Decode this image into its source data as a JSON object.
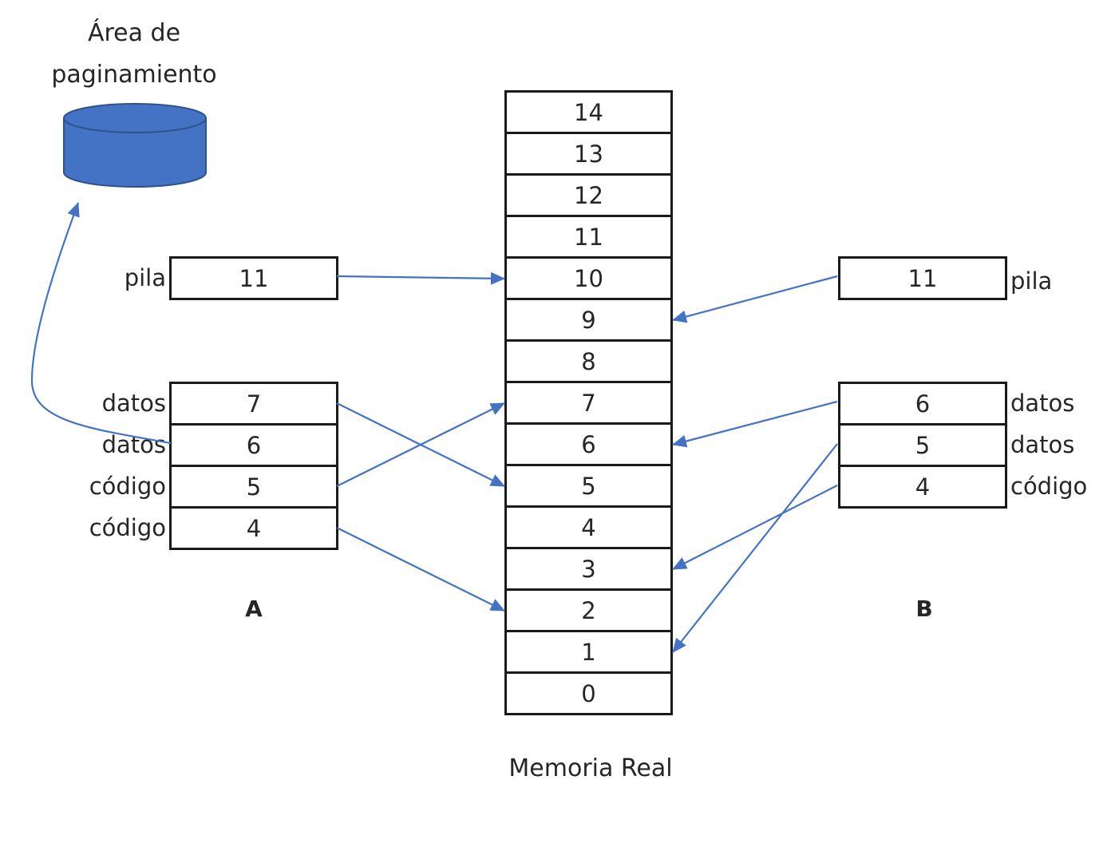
{
  "paging_area": {
    "title_line1": "Área de",
    "title_line2": "paginamiento",
    "icon": "database-cylinder-icon",
    "color": "#4472C4"
  },
  "memory": {
    "caption": "Memoria Real",
    "frames": [
      "14",
      "13",
      "12",
      "11",
      "10",
      "9",
      "8",
      "7",
      "6",
      "5",
      "4",
      "3",
      "2",
      "1",
      "0"
    ]
  },
  "process_a": {
    "name": "A",
    "stack": {
      "label": "pila",
      "value": "11"
    },
    "segments": [
      {
        "label": "datos",
        "value": "7"
      },
      {
        "label": "datos",
        "value": "6"
      },
      {
        "label": "código",
        "value": "5"
      },
      {
        "label": "código",
        "value": "4"
      }
    ]
  },
  "process_b": {
    "name": "B",
    "stack": {
      "label": "pila",
      "value": "11"
    },
    "segments": [
      {
        "label": "datos",
        "value": "6"
      },
      {
        "label": "datos",
        "value": "5"
      },
      {
        "label": "código",
        "value": "4"
      }
    ]
  },
  "mappings": {
    "color": "#4472C4",
    "a": [
      {
        "from": "pila",
        "to_frame": "10"
      },
      {
        "from": "7",
        "to_frame": "5"
      },
      {
        "from": "6",
        "to_frame": "paging_area"
      },
      {
        "from": "5",
        "to_frame": "7"
      },
      {
        "from": "4",
        "to_frame": "2"
      }
    ],
    "b": [
      {
        "from": "pila",
        "to_frame": "9"
      },
      {
        "from": "6",
        "to_frame": "6"
      },
      {
        "from": "5",
        "to_frame": "1"
      },
      {
        "from": "4",
        "to_frame": "3"
      }
    ]
  }
}
